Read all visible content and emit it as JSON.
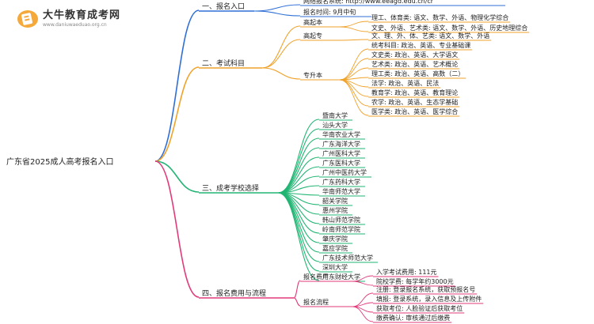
{
  "logo": {
    "title": "大牛教育成考网",
    "url": "www.daniuwaeduao.org.cn"
  },
  "colors": {
    "blue": "#2f6fd6",
    "gold": "#f0a22a",
    "green": "#22b573",
    "pink": "#e23a7b"
  },
  "root": "广东省2025成人高考报名入口",
  "branches": [
    {
      "label": "一、报名入口",
      "color_key": "blue",
      "children": [
        {
          "label": "网络报名系统: http://www.eeagd.edu.cn/cr"
        },
        {
          "label": "报名时间: 9月中旬"
        }
      ]
    },
    {
      "label": "二、考试科目",
      "color_key": "gold",
      "children": [
        {
          "label": "高起本",
          "children": [
            {
              "label": "理工、体育类: 语文、数学、外语、物理化学综合"
            },
            {
              "label": "文史、外语、艺术类: 语文、数学、外语、历史地理综合"
            }
          ]
        },
        {
          "label": "高起专",
          "children": [
            {
              "label": "文、理、外、体、艺类: 语文、数学、外语"
            }
          ]
        },
        {
          "label": "专升本",
          "children": [
            {
              "label": "统考科目: 政治、英语、专业基础课"
            },
            {
              "label": "文史类: 政治、英语、大学语文"
            },
            {
              "label": "艺术类: 政治、英语、艺术概论"
            },
            {
              "label": "理工类: 政治、英语、高数（二）"
            },
            {
              "label": "法学: 政治、英语、民法"
            },
            {
              "label": "教育学: 政治、英语、教育理论"
            },
            {
              "label": "农学: 政治、英语、生态学基础"
            },
            {
              "label": "医学类: 政治、英语、医学综合"
            }
          ]
        }
      ]
    },
    {
      "label": "三、成考学校选择",
      "color_key": "green",
      "children": [
        {
          "label": "暨南大学"
        },
        {
          "label": "汕头大学"
        },
        {
          "label": "华南农业大学"
        },
        {
          "label": "广东海洋大学"
        },
        {
          "label": "广州医科大学"
        },
        {
          "label": "广东医科大学"
        },
        {
          "label": "广州中医药大学"
        },
        {
          "label": "广东药科大学"
        },
        {
          "label": "华南师范大学"
        },
        {
          "label": "韶关学院"
        },
        {
          "label": "惠州学院"
        },
        {
          "label": "韩山师范学院"
        },
        {
          "label": "岭南师范学院"
        },
        {
          "label": "肇庆学院"
        },
        {
          "label": "嘉应学院"
        },
        {
          "label": "广东技术师范大学"
        },
        {
          "label": "深圳大学"
        },
        {
          "label": "广东财经大学"
        }
      ]
    },
    {
      "label": "四、报名费用与流程",
      "color_key": "pink",
      "children": [
        {
          "label": "报名费用",
          "children": [
            {
              "label": "入学考试费用: 111元"
            },
            {
              "label": "院校学费: 每学年约3000元"
            }
          ]
        },
        {
          "label": "报名流程",
          "children": [
            {
              "label": "注册: 登录报名系统，获取预报名号"
            },
            {
              "label": "填报: 登录系统，录入信息及上传附件"
            },
            {
              "label": "获取考位: 人脸验证后获取考位"
            },
            {
              "label": "缴费确认: 审核通过后缴费"
            }
          ]
        }
      ]
    }
  ]
}
